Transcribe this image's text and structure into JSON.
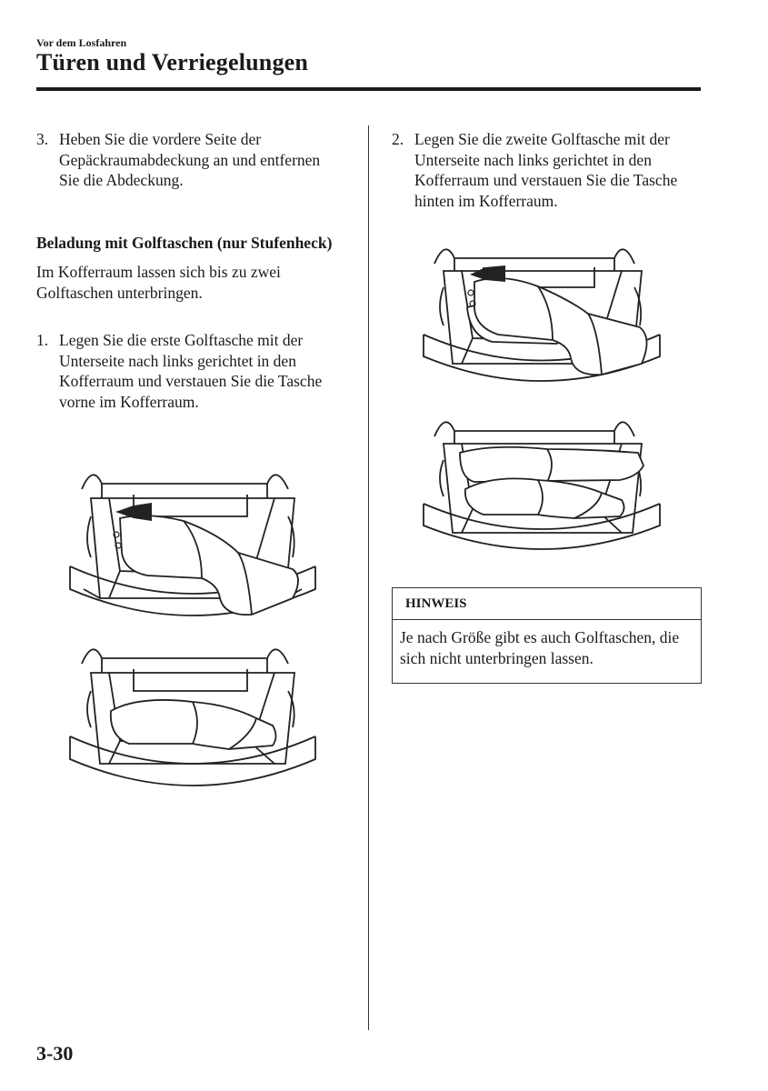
{
  "header": {
    "section": "Vor dem Losfahren",
    "title": "Türen und Verriegelungen"
  },
  "left_column": {
    "step3": {
      "num": "3.",
      "text": "Heben Sie die vordere Seite der Gepäckraumabdeckung an und entfernen Sie die Abdeckung."
    },
    "subheading": "Beladung mit Golftaschen (nur Stufenheck)",
    "intro": "Im Kofferraum lassen sich bis zu zwei Golftaschen unterbringen.",
    "step1": {
      "num": "1.",
      "text": "Legen Sie die erste Golftasche mit der Unterseite nach links gerichtet in den Kofferraum und verstauen Sie die Tasche vorne im Kofferraum."
    }
  },
  "right_column": {
    "step2": {
      "num": "2.",
      "text": "Legen Sie die zweite Golftasche mit der Unterseite nach links gerichtet in den Kofferraum und verstauen Sie die Tasche hinten im Kofferraum."
    }
  },
  "note": {
    "heading": "HINWEIS",
    "text": "Je nach Größe gibt es auch Golftaschen, die sich nicht unterbringen lassen."
  },
  "footer": {
    "page_number": "3-30"
  }
}
